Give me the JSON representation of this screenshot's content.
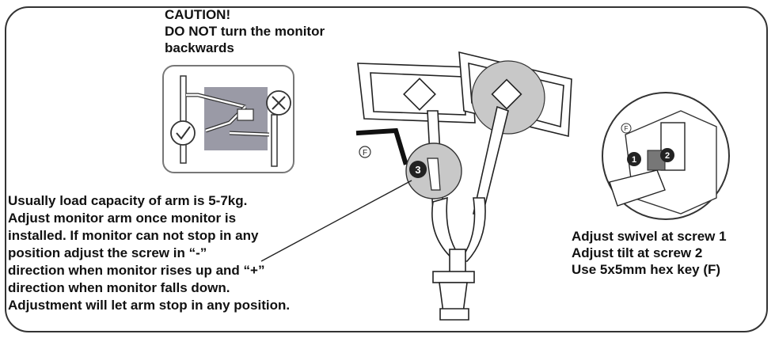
{
  "heading_partial": "",
  "caution": {
    "lines": [
      "CAUTION!",
      "DO NOT turn the monitor",
      "backwards"
    ]
  },
  "load_instructions": {
    "lines": [
      "Usually load capacity of arm is 5-7kg.",
      "Adjust monitor arm once monitor is",
      "installed. If monitor can not stop in any",
      "position adjust the screw in “-”",
      "direction when monitor rises up and “+”",
      "direction when monitor falls down.",
      "Adjustment will let arm stop in any position."
    ]
  },
  "swivel_instructions": {
    "lines": [
      "Adjust swivel at screw 1",
      "Adjust tilt at screw 2",
      "Use 5x5mm hex key (F)"
    ]
  },
  "callouts": {
    "hex_key_letter": "F",
    "screw_3": "3",
    "screw_1": "1",
    "screw_2": "2"
  },
  "colors": {
    "outline": "#333333",
    "wall_gray": "#9a9aa6",
    "lens_gray": "#c8c8c8",
    "callout_dark": "#222222"
  }
}
